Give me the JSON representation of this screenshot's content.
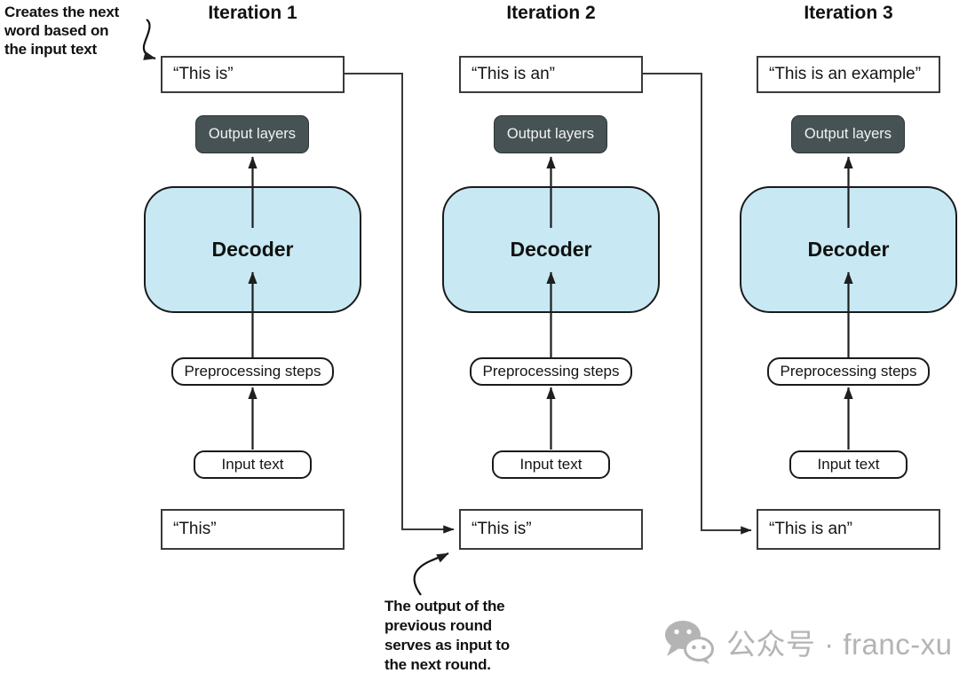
{
  "annotations": {
    "creates_next_word": {
      "lines": [
        "Creates the next",
        "word based on",
        "the input text"
      ]
    },
    "output_feedback": {
      "lines": [
        "The output of the",
        "previous round",
        "serves as input to",
        "the next round."
      ]
    }
  },
  "blocks": {
    "output_layers_label": "Output layers",
    "decoder_label": "Decoder",
    "preprocessing_label": "Preprocessing steps",
    "input_label": "Input text"
  },
  "iterations": [
    {
      "title": "Iteration 1",
      "output_text": "“This is”",
      "input_seed": "“This”"
    },
    {
      "title": "Iteration 2",
      "output_text": "“This is an”",
      "input_seed": "“This is”"
    },
    {
      "title": "Iteration 3",
      "output_text": "“This is an example”",
      "input_seed": "“This is an”"
    }
  ],
  "watermark": {
    "icon": "wechat-icon",
    "text": "公众号 · franc-xu"
  },
  "colors": {
    "background": "#ffffff",
    "decoder_fill": "#c8e9f3",
    "decoder_border": "#1a1a1a",
    "output_layers_fill": "#465254",
    "output_layers_text": "#f2f2f2",
    "box_border": "#3a3a3a",
    "arrow": "#1f1f1f",
    "connector": "#3a3a3a",
    "watermark_gray": "#b4b4b4"
  }
}
